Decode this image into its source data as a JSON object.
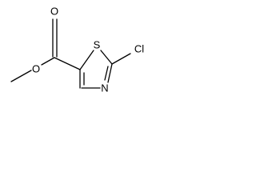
{
  "molecule": {
    "atoms": {
      "o_ester": "O",
      "o_carbonyl": "O",
      "s_ring": "S",
      "cl": "Cl",
      "n_ring": "N"
    }
  }
}
